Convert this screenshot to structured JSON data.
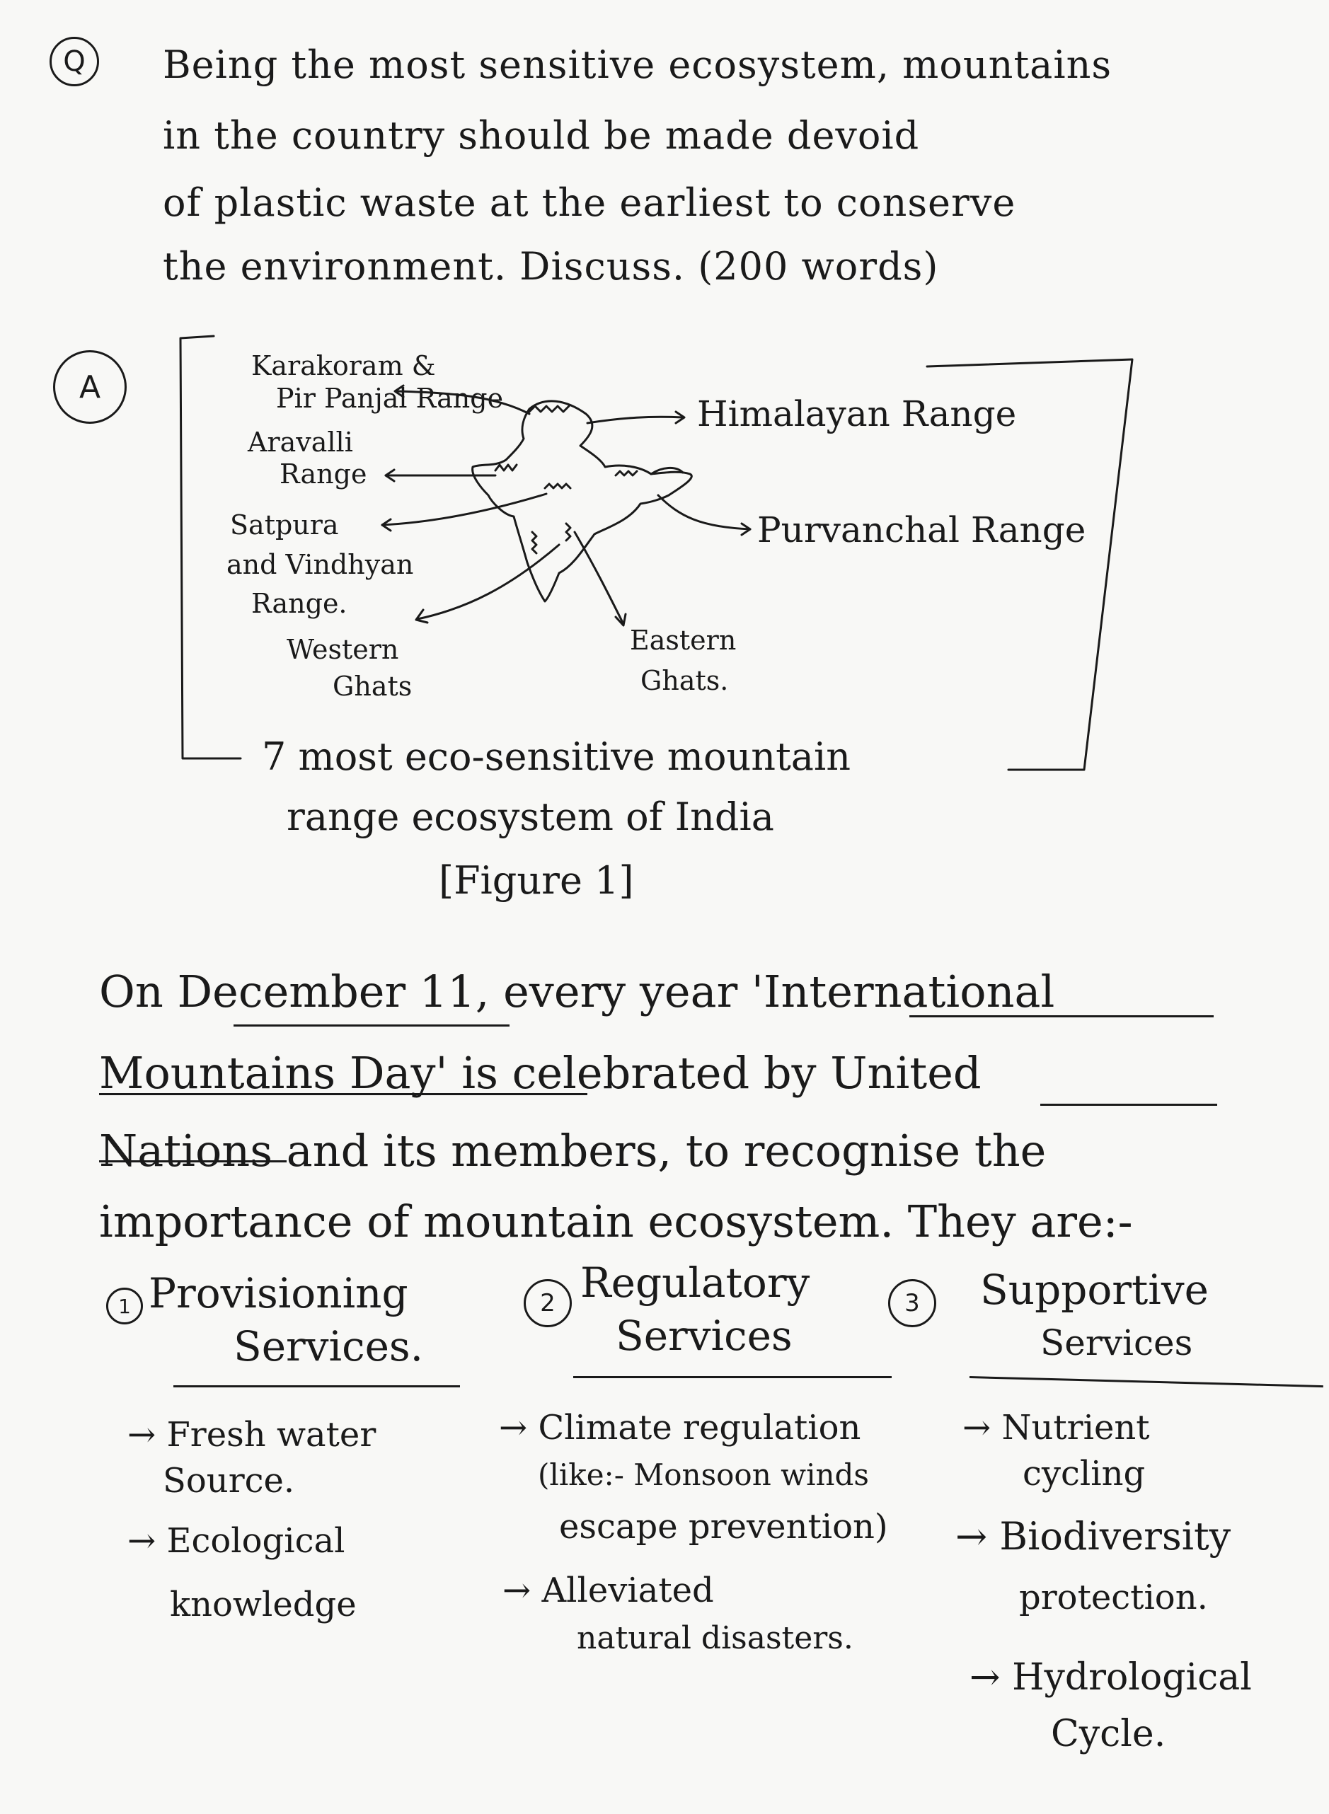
{
  "question": {
    "marker": "Q",
    "lines": [
      "Being the most sensitive ecosystem, mountains",
      "in the country should be made devoid",
      "of plastic waste at the earliest to conserve",
      "the environment. Discuss. (200 words)"
    ]
  },
  "answer": {
    "marker": "A"
  },
  "figure": {
    "labels": {
      "karakoram": "Karakoram &",
      "pir_panjal": "Pir Panjal Range",
      "himalayan": "Himalayan Range",
      "aravalli_1": "Aravalli",
      "aravalli_2": "Range",
      "satpura_1": "Satpura",
      "satpura_2": "and Vindhyan",
      "satpura_3": "Range.",
      "purvanchal": "Purvanchal Range",
      "western_1": "Western",
      "western_2": "Ghats",
      "eastern_1": "Eastern",
      "eastern_2": "Ghats."
    },
    "caption_1": "7 most eco-sensitive mountain",
    "caption_2": "range ecosystem of India",
    "caption_3": "[Figure 1]"
  },
  "paragraph": {
    "line1": "On December 11, every year 'International",
    "line2": "Mountains Day' is celebrated by United",
    "line3": "Nations and its members, to recognise the",
    "line4": "importance of mountain ecosystem. They are:-"
  },
  "columns": [
    {
      "number": "1",
      "heading_1": "Provisioning",
      "heading_2": "Services.",
      "points": [
        "→ Fresh water",
        "Source.",
        "→ Ecological",
        "knowledge"
      ]
    },
    {
      "number": "2",
      "heading_1": "Regulatory",
      "heading_2": "Services",
      "points": [
        "→ Climate regulation",
        "(like:- Monsoon winds",
        "escape prevention)",
        "→ Alleviated",
        "natural disasters."
      ]
    },
    {
      "number": "3",
      "heading_1": "Supportive",
      "heading_2": "Services",
      "points": [
        "→ Nutrient",
        "cycling",
        "→ Biodiversity",
        "protection.",
        "→ Hydrological",
        "Cycle."
      ]
    }
  ]
}
